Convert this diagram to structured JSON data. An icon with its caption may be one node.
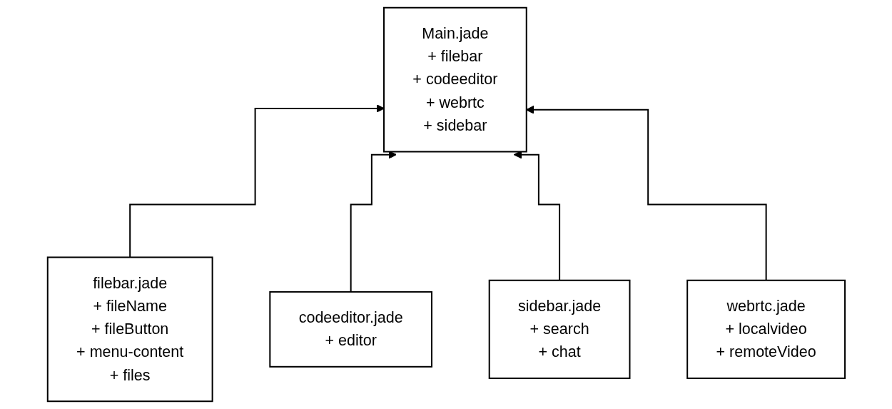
{
  "diagram": {
    "nodes": [
      {
        "text": [
          "Main.jade",
          "+ filebar",
          "+ codeeditor",
          "+ webrtc",
          "+ sidebar"
        ]
      },
      {
        "text": [
          "filebar.jade",
          "+ fileName",
          "+ fileButton",
          "+ menu-content",
          "+ files"
        ]
      },
      {
        "text": [
          "codeeditor.jade",
          "+ editor"
        ]
      },
      {
        "text": [
          "sidebar.jade",
          "+ search",
          "+ chat"
        ]
      },
      {
        "text": [
          "webrtc.jade",
          "+ localvideo",
          "+ remoteVideo"
        ]
      }
    ],
    "edges": [
      {
        "from": 1,
        "to": 0,
        "arrow": "to"
      },
      {
        "from": 2,
        "to": 0,
        "arrow": "to"
      },
      {
        "from": 3,
        "to": 0,
        "arrow": "to"
      },
      {
        "from": 4,
        "to": 0,
        "arrow": "to"
      }
    ]
  }
}
